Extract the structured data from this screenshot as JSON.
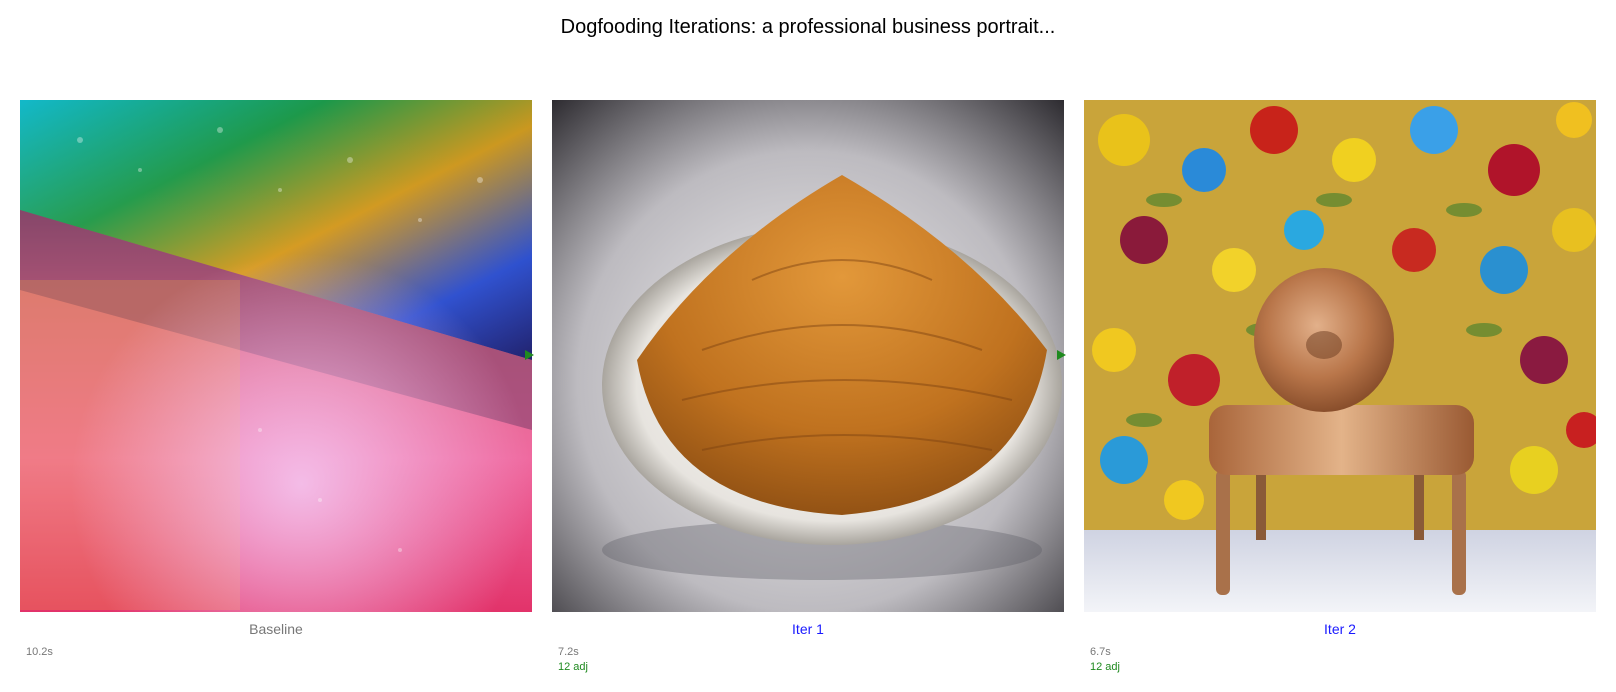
{
  "page": {
    "title": "Dogfooding Iterations: a professional business portrait..."
  },
  "panels": [
    {
      "label": "Baseline",
      "time": "10.2s",
      "adjustments": "",
      "image": "abstract-colorful-texture"
    },
    {
      "label": "Iter 1",
      "time": "7.2s",
      "adjustments": "12 adj",
      "image": "spice-pile-on-plate"
    },
    {
      "label": "Iter 2",
      "time": "6.7s",
      "adjustments": "12 adj",
      "image": "chair-before-floral-wallpaper"
    }
  ],
  "colors": {
    "baseline_label": "#777777",
    "iter_label": "#1a1aff",
    "adjustments": "#1f8a1f",
    "arrow": "#1f8a1f"
  },
  "icons": {
    "transition": "arrow-right-icon"
  }
}
